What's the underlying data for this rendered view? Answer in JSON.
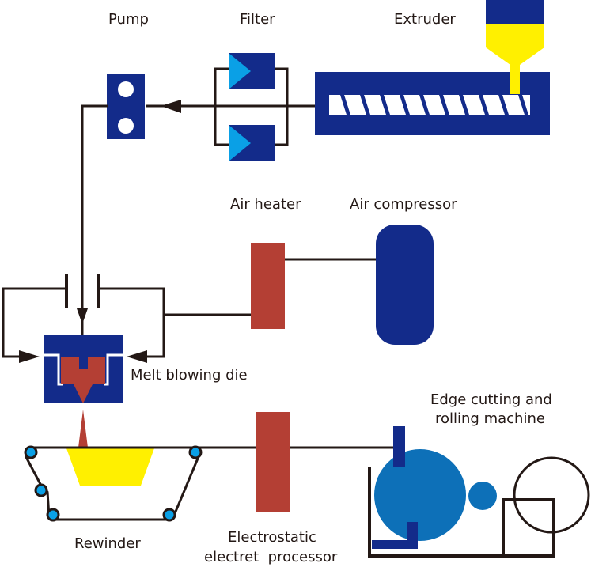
{
  "diagram": {
    "type": "process-flow",
    "subject": "Melt-blown nonwoven production line",
    "colors": {
      "navy": "#132b8a",
      "cyan": "#0aa0e6",
      "brick": "#b43f34",
      "yellow": "#fff000",
      "steel_blue": "#0d70b8",
      "line": "#231815"
    },
    "labels": {
      "pump": "Pump",
      "filter": "Filter",
      "extruder": "Extruder",
      "air_heater": "Air heater",
      "air_compressor": "Air compressor",
      "melt_blowing_die": "Melt blowing die",
      "edge_cutting_line1": "Edge cutting and",
      "edge_cutting_line2": "rolling machine",
      "rewinder": "Rewinder",
      "electret_line1": "Electrostatic",
      "electret_line2": "electret  processor"
    },
    "flows": [
      {
        "from": "Extruder",
        "to": "Filter"
      },
      {
        "from": "Filter",
        "to": "Pump"
      },
      {
        "from": "Pump",
        "to": "Melt blowing die"
      },
      {
        "from": "Air compressor",
        "to": "Air heater"
      },
      {
        "from": "Air heater",
        "to": "Melt blowing die"
      },
      {
        "from": "Melt blowing die",
        "to": "Rewinder"
      },
      {
        "from": "Rewinder",
        "to": "Electrostatic electret processor"
      },
      {
        "from": "Electrostatic electret processor",
        "to": "Edge cutting and rolling machine"
      }
    ]
  }
}
